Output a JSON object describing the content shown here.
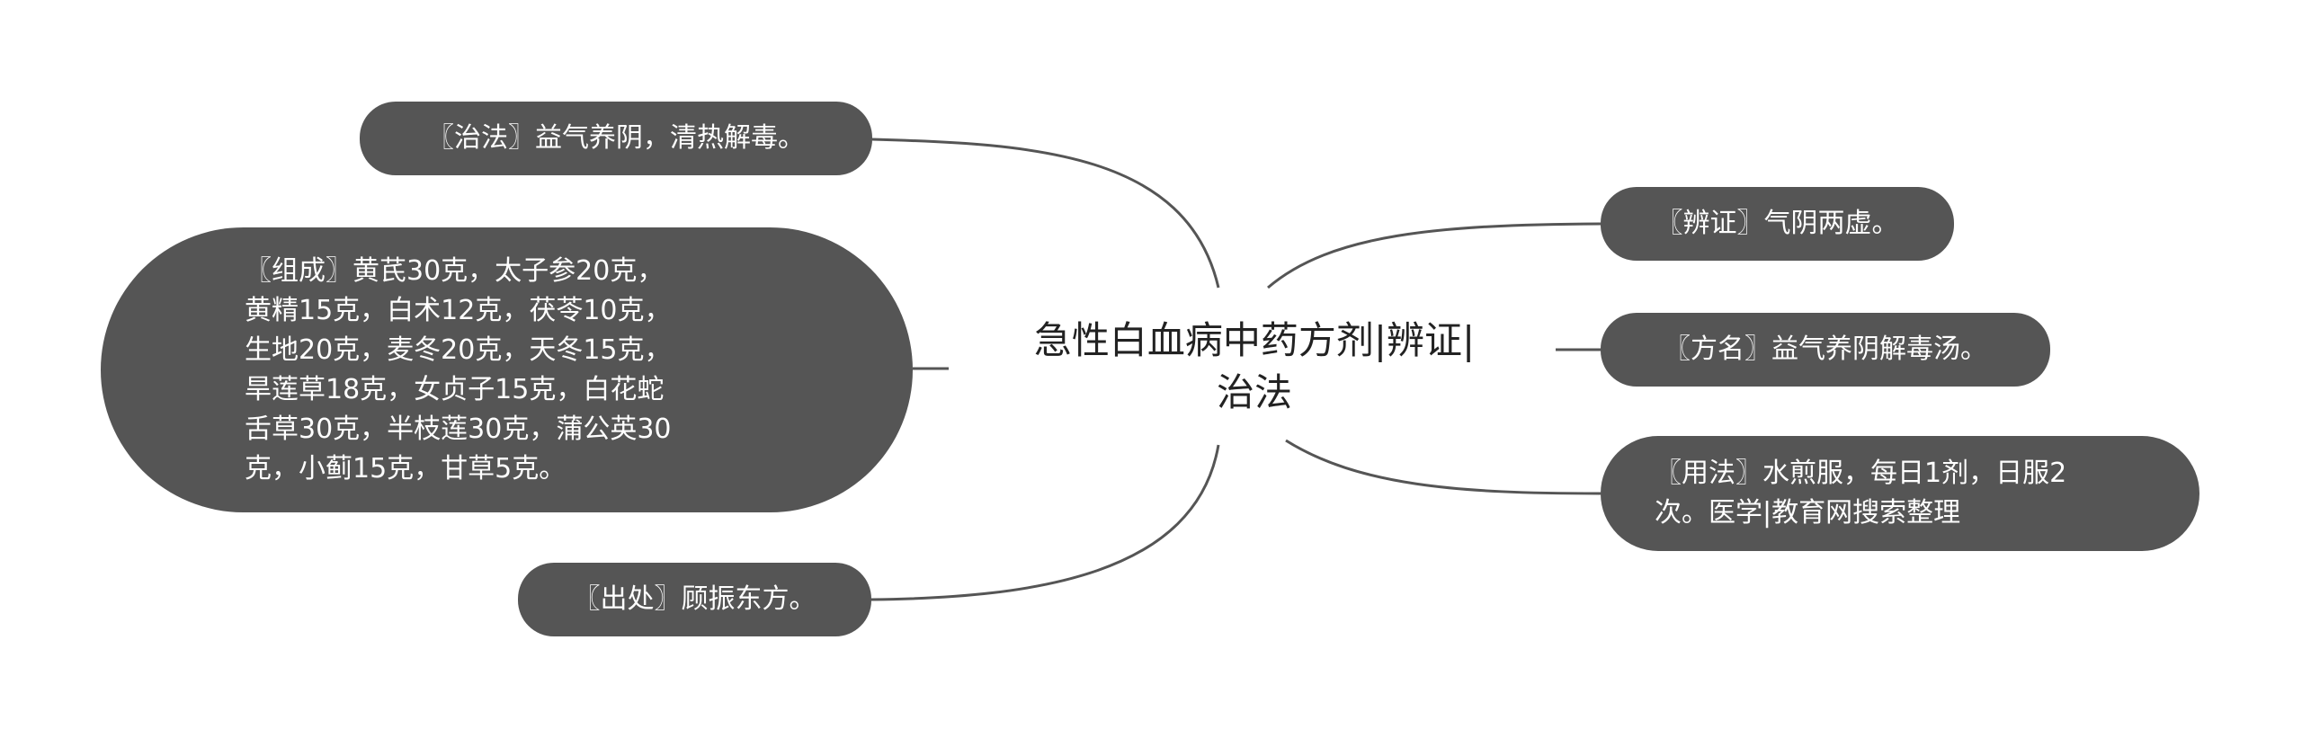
{
  "center": {
    "lines": [
      "急性白血病中药方剂|辨证|",
      "治法"
    ]
  },
  "left_nodes": {
    "zhifa": "〖治法〗益气养阴，清热解毒。",
    "zucheng": [
      "〖组成〗黄芪30克，太子参20克，",
      "黄精15克，白术12克，茯苓10克，",
      "生地20克，麦冬20克，天冬15克，",
      "旱莲草18克，女贞子15克，白花蛇",
      "舌草30克，半枝莲30克，蒲公英30",
      "克，小蓟15克，甘草5克。"
    ],
    "chuchu": "〖出处〗顾振东方。"
  },
  "right_nodes": {
    "bianzheng": "〖辨证〗气阴两虚。",
    "fangming": "〖方名〗益气养阴解毒汤。",
    "yongfa": [
      "〖用法〗水煎服，每日1剂，日服2",
      "次。医学|教育网搜索整理"
    ]
  },
  "colors": {
    "node_fill": "#555555",
    "node_text": "#ffffff",
    "link": "#555555",
    "center_text": "#222222"
  }
}
